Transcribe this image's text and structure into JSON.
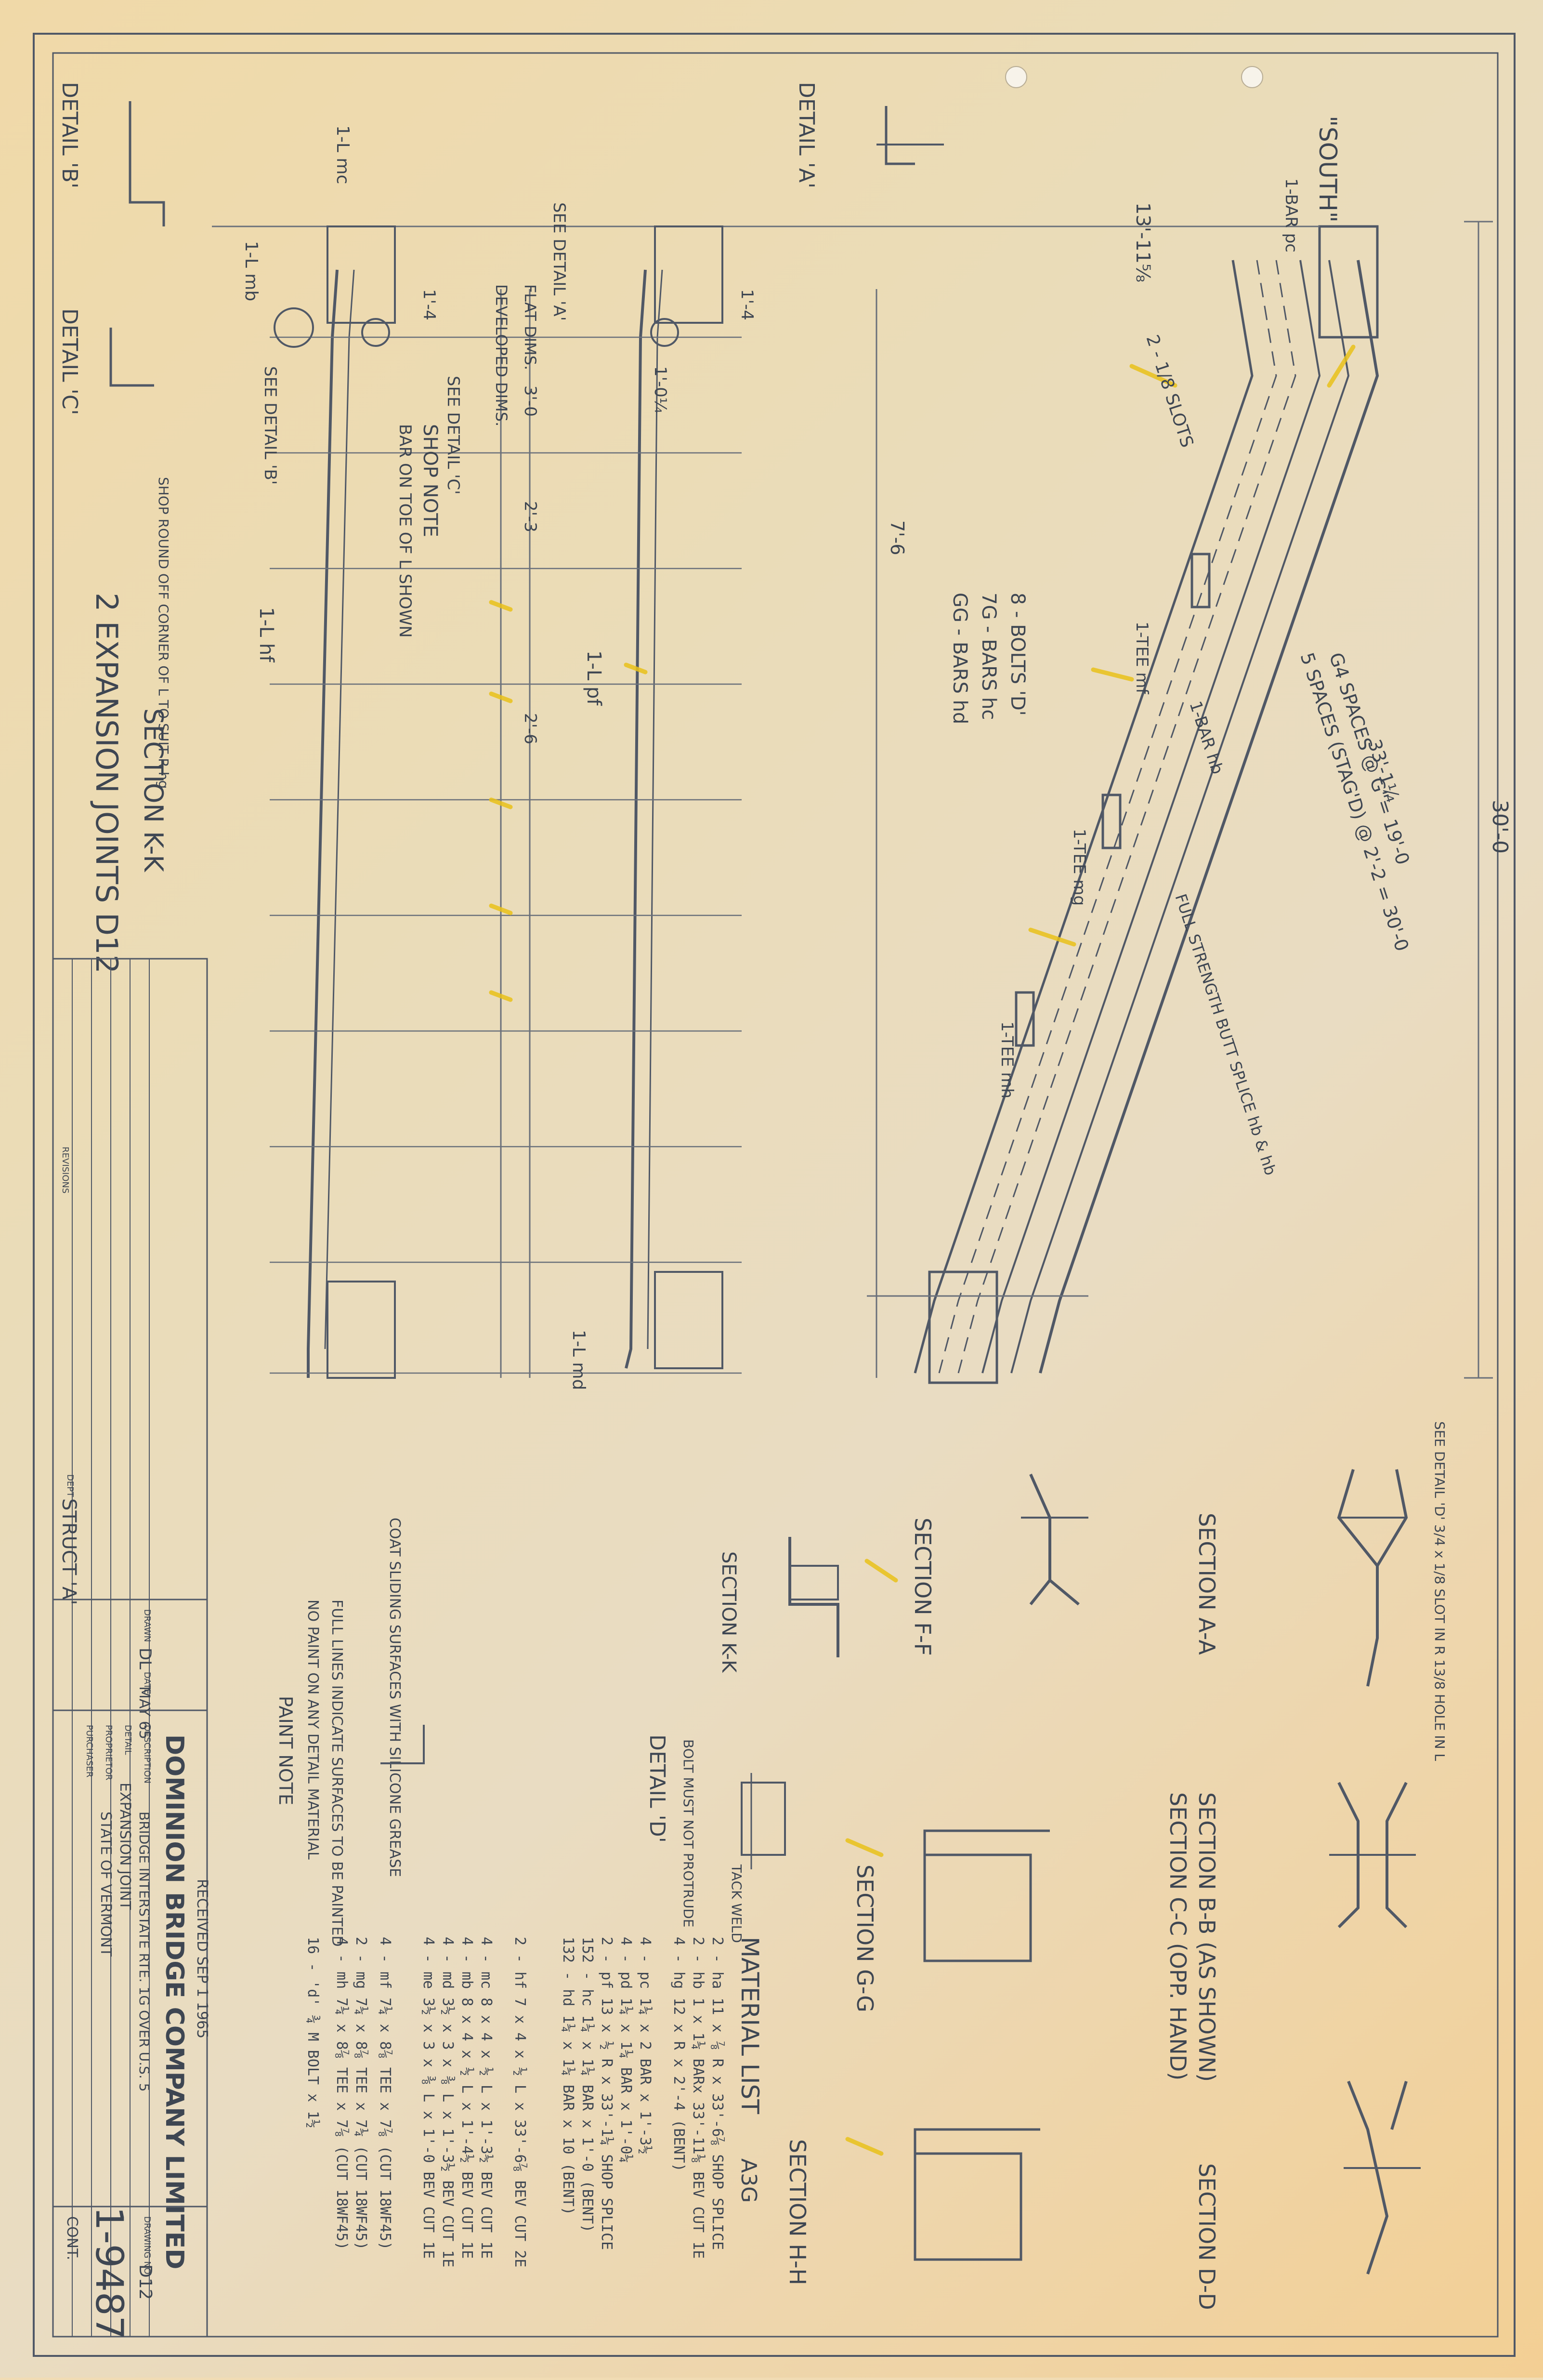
{
  "drawing": {
    "main_title": "2 EXPANSION JOINTS D12",
    "section_kk": "SECTION K-K",
    "south_label": "\"SOUTH\"",
    "detail_a": "DETAIL 'A'",
    "detail_b": "DETAIL 'B'",
    "detail_c": "DETAIL 'C'",
    "detail_d": "DETAIL 'D'",
    "section_aa": "SECTION A-A",
    "section_bb": "SECTION B-B (AS SHOWN)",
    "section_cc": "SECTION C-C (OPP. HAND)",
    "section_dd": "SECTION D-D",
    "section_ff": "SECTION F-F",
    "section_gg": "SECTION G-G",
    "section_hh": "SECTION H-H",
    "section_kk_small": "SECTION K-K",
    "overall_dim": "30'-0",
    "dim_30": "33'-1¼",
    "dim_spaces_1": "G4 SPACES @ G\"= 19'-0",
    "dim_spaces_2": "5 SPACES (STAG'D) @ 2'-2 = 30'-0",
    "dim_1313": "13'-11⅝",
    "dim_14": "1'-4",
    "dim_1_4_b": "1'-4",
    "bolts_note": "8 - BOLTS 'D'",
    "bars_hc": "7G - BARS hc",
    "bars_hd": "GG - BARS hd",
    "slots_note": "2 - 1/8 SLOTS",
    "tee_mf": "1-TEE mf",
    "tee_mg": "1-TEE mg",
    "tee_mh": "1-TEE mh",
    "bar_pc": "1-BAR pc",
    "bar_hb": "1-BAR hb",
    "full_strength": "FULL STRENGTH BUTT SPLICE hb & hb",
    "shop_note": "SHOP NOTE",
    "shop_note_2": "BAR ON TOE OF L SHOWN",
    "see_detail_c": "SEE DETAIL 'C'",
    "see_detail_b": "SEE DETAIL 'B'",
    "see_detail_a": "SEE DETAIL 'A'",
    "flat_dims": "FLAT DIMS.",
    "developed_dims": "DEVELOPED DIMS.",
    "dim_3_0": "3'-0",
    "dim_2_3": "2'-3",
    "dim_2_6": "2'-6",
    "dim_7_6": "7'-6",
    "dim_1_04": "1'-0¼",
    "label_lf": "1-L hf",
    "label_lmb": "1-L mb",
    "label_lmd": "1-L md",
    "label_lmc": "1-L mc",
    "label_lpf": "1-L pf",
    "round_corner": "SHOP ROUND OFF CORNER OF L TO SUIT R hg",
    "paint_note_title": "PAINT NOTE",
    "paint_note_1": "FULL LINES INDICATE SURFACES TO BE PAINTED",
    "paint_note_2": "NO PAINT ON ANY DETAIL MATERIAL",
    "coat_note": "COAT SLIDING SURFACES WITH SILICONE GREASE",
    "bolt_note": "BOLT MUST NOT PROTRUDE",
    "tack_weld": "TACK WELD",
    "see_detail_d": "SEE DETAIL 'D' 3/4 x 1/8 SLOT IN R 13/8 HOLE IN L",
    "material_list": {
      "title": "MATERIAL LIST",
      "code": "A3G",
      "rows": [
        "2 - ha   11 x ⅞ R x 33'-6⅞   SHOP SPLICE",
        "2 - hb   1 x 1¼ BARx 33'-11⅛   BEV CUT 1E",
        "4 - hg   12 x R x 2'-4 (BENT)",
        "4 - pc   1¼ x 2 BAR x 1'-3½",
        "4 - pd   1¼ x 1¼ BAR x 1'-0¼",
        "2 - pf   13 x ½ R x 33'-1¼   SHOP SPLICE",
        "152 - hc   1¼ x 1¼ BAR x 1'-0 (BENT)",
        "132 - hd   1¼ x 1¼ BAR x 10 (BENT)",
        "2 - hf   7 x 4 x ½ L x 33'-6⅞   BEV CUT 2E",
        "4 - mc   8 x 4 x ½ L x 1'-3½   BEV CUT 1E",
        "4 - mb   8 x 4 x ½ L x 1'-4½   BEV CUT 1E",
        "4 - md   3½ x 3 x ⅜ L x 1'-3½   BEV CUT 1E",
        "4 - me   3½ x 3 x ⅜ L x 1'-0   BEV CUT 1E",
        "4 - mf   7¼ x 8⅞ TEE x 7⅞ (CUT 18WF45)",
        "2 - mg   7¼ x 8⅞ TEE x 7¼ (CUT 18WF45)",
        "4 - mh   7¼ x 8⅞ TEE x 7⅞ (CUT 18WF45)",
        "16 - 'd'   ¾ M BOLT x 1½"
      ]
    }
  },
  "title_block": {
    "company": "DOMINION BRIDGE COMPANY LIMITED",
    "description": "BRIDGE INTERSTATE RTE. 1G OVER U.S. 5",
    "detail": "EXPANSION JOINT",
    "proprietor": "STATE OF VERMONT",
    "purchaser": "",
    "drawn_by": "DL",
    "date": "MAY 65",
    "dept": "STRUCT 'A'",
    "received": "RECEIVED SEP 1 1965",
    "drawing_no": "D12",
    "sheet_no": "1-9487",
    "cont": "CONT.",
    "revision": "REVISIONS",
    "label_description": "DESCRIPTION",
    "label_detail": "DETAIL",
    "label_proprietor": "PROPRIETOR",
    "label_purchaser": "PURCHASER",
    "label_drawn": "DRAWN",
    "label_date": "DATE",
    "label_dept": "DEPT",
    "label_drawing": "DRAWING NO."
  },
  "hole_punches": 2,
  "colors": {
    "paper": "#f0dcb4",
    "ink": "#3e4652",
    "highlight": "#e9c21a"
  }
}
